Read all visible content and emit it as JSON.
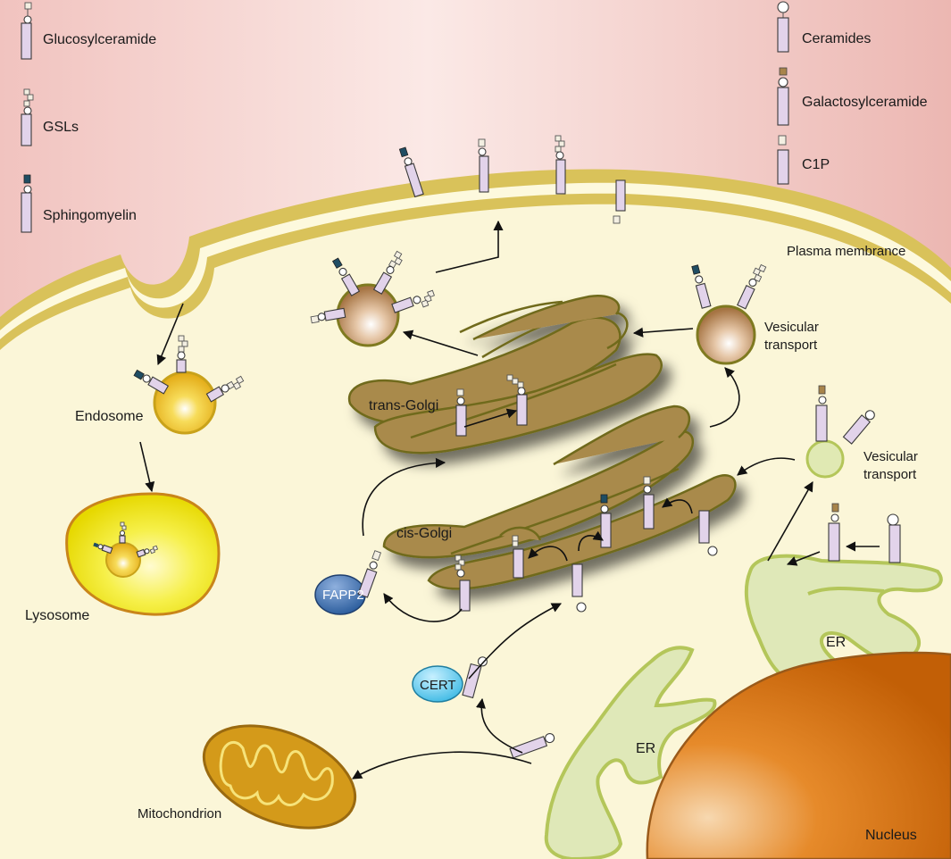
{
  "legend": {
    "glucosylceramide": "Glucosylceramide",
    "gsls": "GSLs",
    "sphingomyelin": "Sphingomyelin",
    "ceramides": "Ceramides",
    "galactosylceramide": "Galactosylceramide",
    "c1p": "C1P"
  },
  "labels": {
    "plasma_membrane": "Plasma membrance",
    "endosome": "Endosome",
    "lysosome": "Lysosome",
    "trans_golgi": "trans-Golgi",
    "cis_golgi": "cis-Golgi",
    "vesicular_transport_1": "Vesicular",
    "vesicular_transport_1b": "transport",
    "vesicular_transport_2": "Vesicular",
    "vesicular_transport_2b": "transport",
    "fapp2": "FAPP2",
    "cert": "CERT",
    "er_upper": "ER",
    "er_lower": "ER",
    "mitochondrion": "Mitochondrion",
    "nucleus": "Nucleus"
  },
  "colors": {
    "extracellular_bg": "#f2c4c0",
    "cytoplasm": "#fbf6d8",
    "membrane": "#d9c25a",
    "golgi_fill": "#a98a4c",
    "golgi_stroke": "#6f6a1a",
    "er_fill": "#dfe8b8",
    "er_stroke": "#b4c65a",
    "nucleus": "#d9730e",
    "lysosome": "#f0f020",
    "endosome": "#f0c020",
    "mitochondrion": "#d49a1a",
    "fapp2": "#2e5f9e",
    "cert": "#5ac8ea",
    "sphingomyelin_headgroup": "#1f4d63",
    "galactosyl_headgroup": "#a8844a",
    "lipid_tail": "#e2d3ea"
  }
}
